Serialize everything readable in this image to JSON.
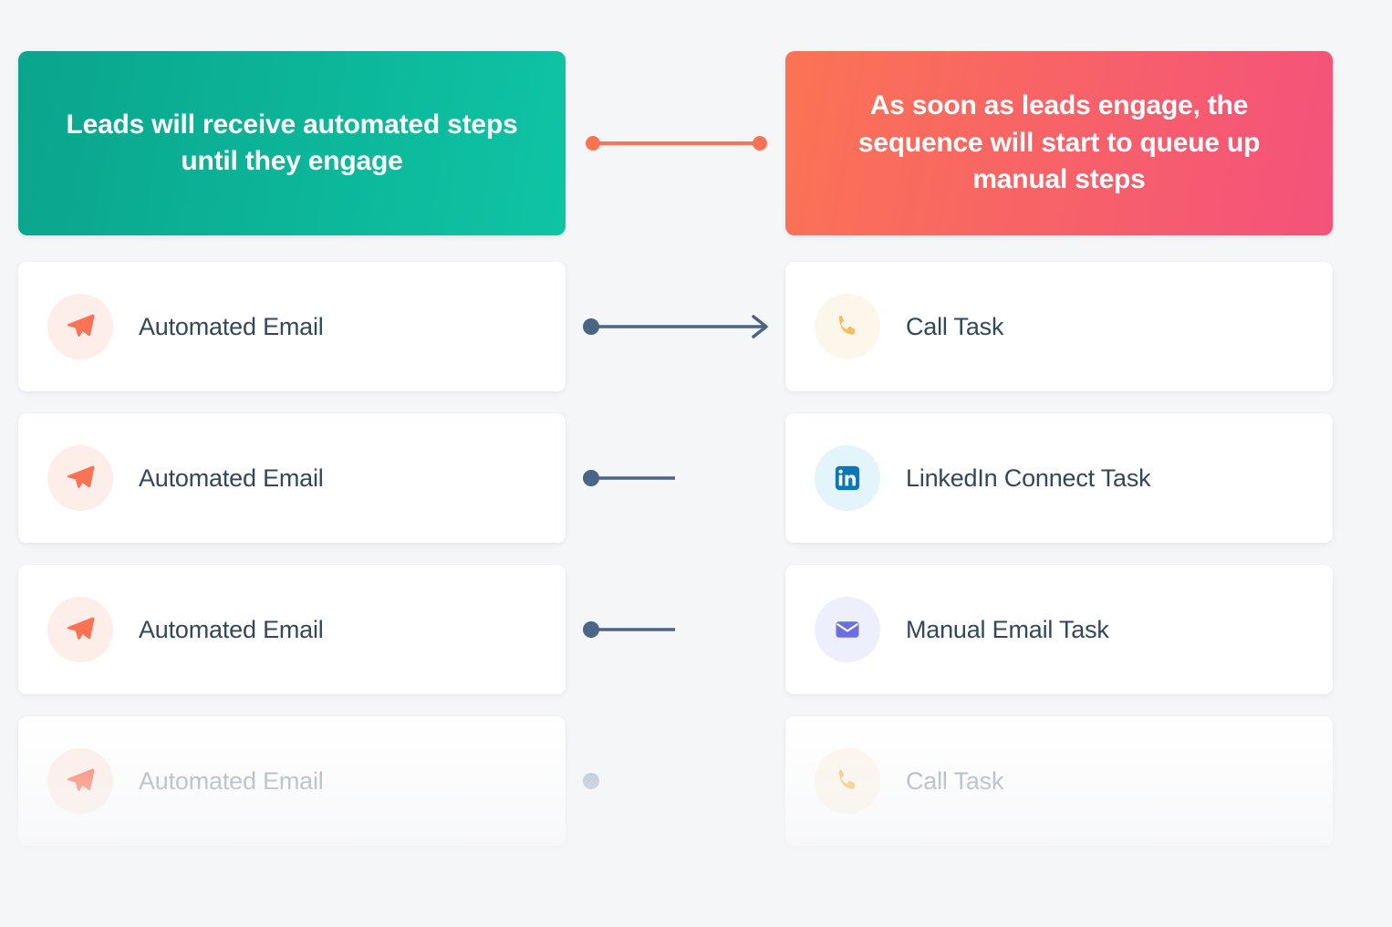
{
  "page": {
    "background_color": "#f5f6f8",
    "text_color": "#33475b",
    "muted_text_color": "#9aa5b1"
  },
  "banners": {
    "left": {
      "text": "Leads will receive automated steps until they engage",
      "gradient_from": "#0aa58c",
      "gradient_to": "#0ec4a4"
    },
    "right": {
      "text": "As soon as leads engage, the sequence will start to queue up manual steps",
      "gradient_from": "#fb7354",
      "gradient_to": "#f4527b"
    }
  },
  "banner_connector": {
    "color": "#fb7354",
    "left_dot": "dot",
    "right_dot": "dot"
  },
  "left_column": {
    "steps": [
      {
        "label": "Automated Email",
        "icon": "send-icon",
        "icon_style": "ic-send",
        "state": "active"
      },
      {
        "label": "Automated Email",
        "icon": "send-icon",
        "icon_style": "ic-send",
        "state": "active"
      },
      {
        "label": "Automated Email",
        "icon": "send-icon",
        "icon_style": "ic-send",
        "state": "active"
      },
      {
        "label": "Automated Email",
        "icon": "send-icon",
        "icon_style": "ic-send",
        "state": "faded"
      }
    ]
  },
  "right_column": {
    "steps": [
      {
        "label": "Call Task",
        "icon": "phone-icon",
        "icon_style": "ic-call",
        "state": "active"
      },
      {
        "label": "LinkedIn Connect Task",
        "icon": "linkedin-icon",
        "icon_style": "ic-linkedin",
        "state": "active"
      },
      {
        "label": "Manual Email Task",
        "icon": "envelope-icon",
        "icon_style": "ic-email",
        "state": "active"
      },
      {
        "label": "Call Task",
        "icon": "phone-icon",
        "icon_style": "ic-call",
        "state": "faded"
      }
    ]
  },
  "flow_connector": {
    "line_color": "#4a6585",
    "faded_line_color": "#aebccd",
    "arrow": "arrow-right",
    "branch_rows": 4
  }
}
